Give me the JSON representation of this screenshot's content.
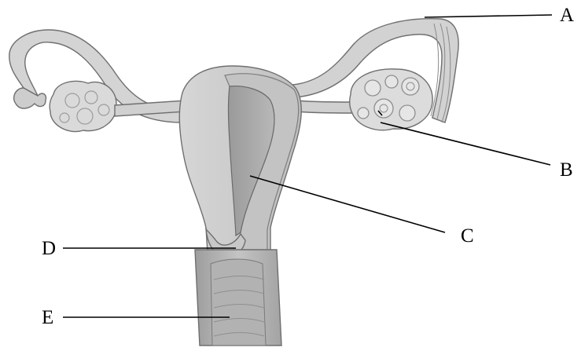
{
  "labels": {
    "a": "A",
    "b": "B",
    "c": "C",
    "d": "D",
    "e": "E"
  },
  "colors": {
    "tissue": "#cfcfcf",
    "tissue_light": "#dedede",
    "tissue_dark": "#a9a9a9",
    "outline": "#6f6f6f",
    "label": "#000000"
  }
}
